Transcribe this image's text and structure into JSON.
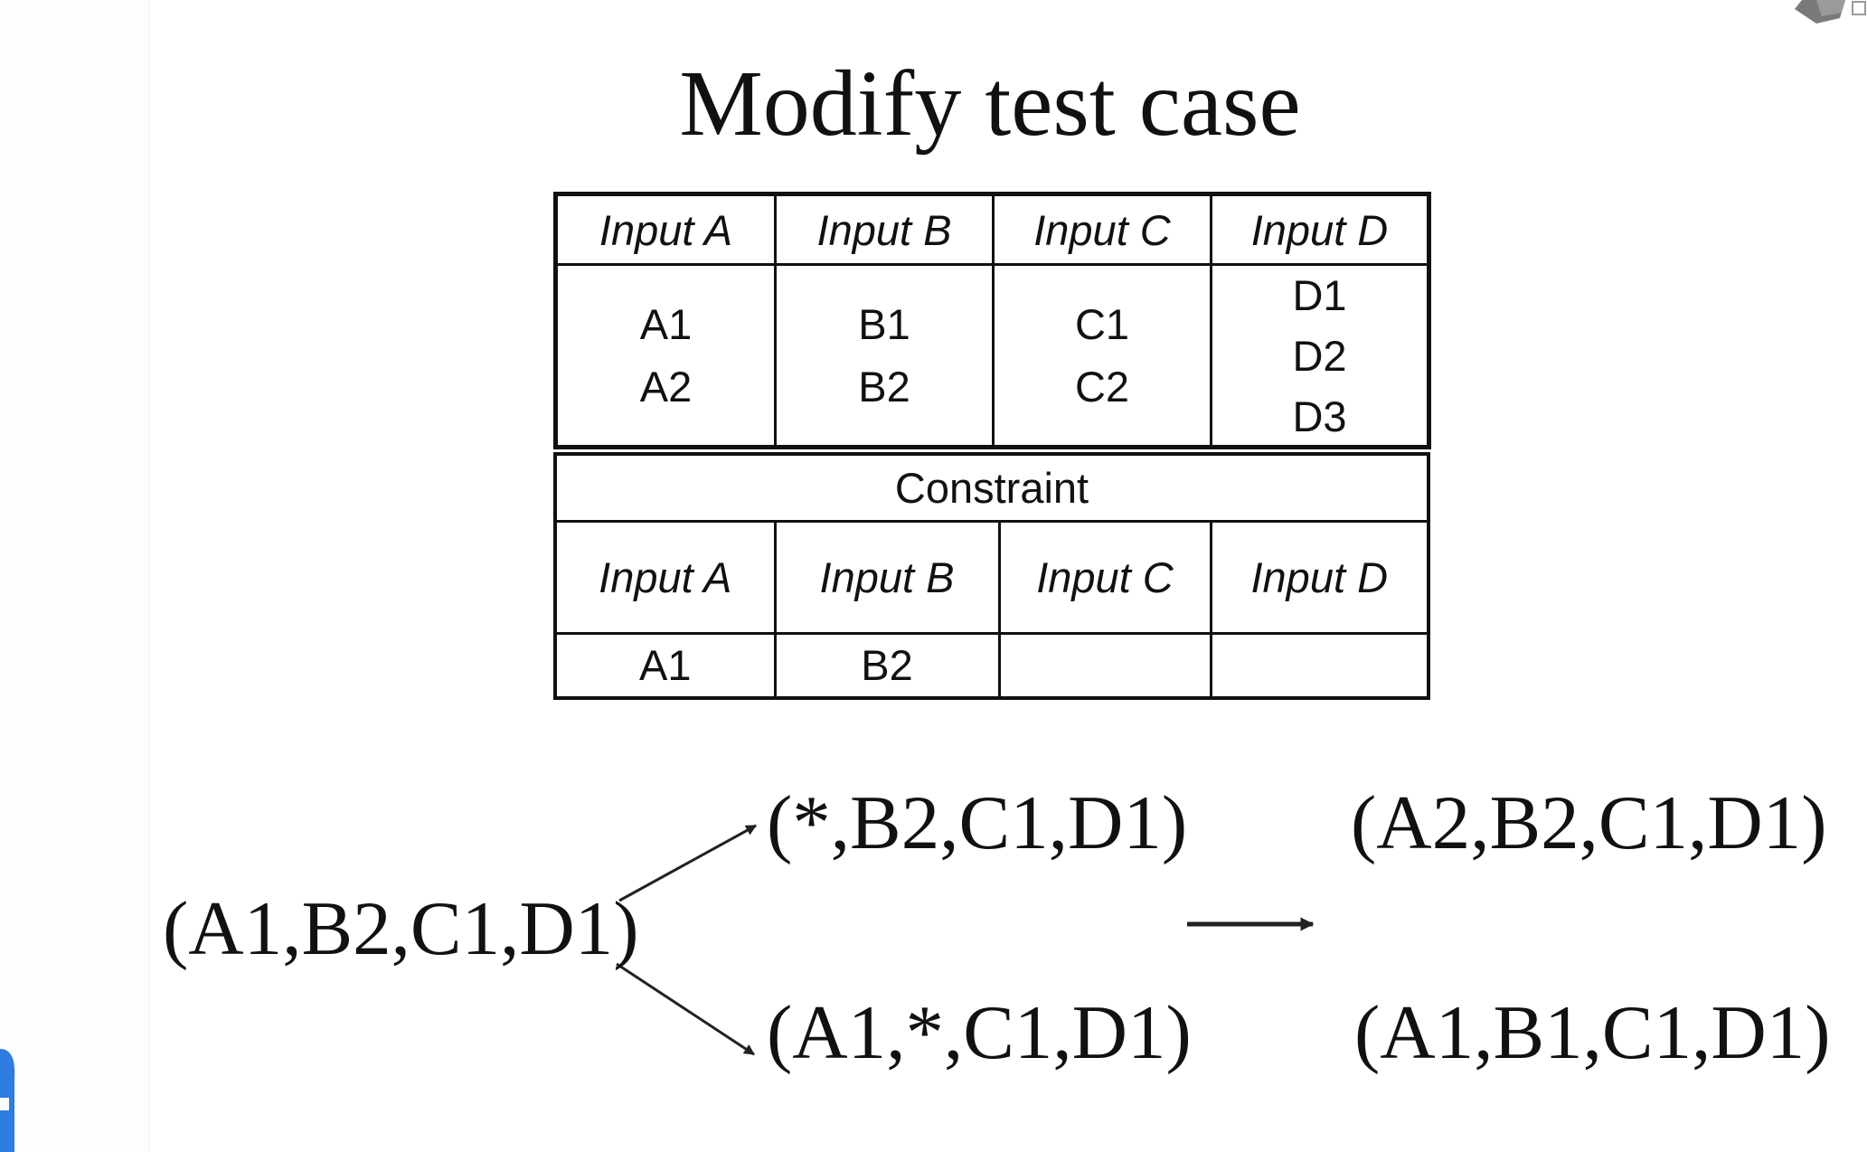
{
  "title": "Modify test case",
  "inputs_table": {
    "headers": [
      "Input A",
      "Input B",
      "Input C",
      "Input D"
    ],
    "values": [
      [
        "A1",
        "A2"
      ],
      [
        "B1",
        "B2"
      ],
      [
        "C1",
        "C2"
      ],
      [
        "D1",
        "D2",
        "D3"
      ]
    ]
  },
  "constraint_table": {
    "title": "Constraint",
    "headers": [
      "Input A",
      "Input B",
      "Input C",
      "Input D"
    ],
    "values": [
      "A1",
      "B2",
      "",
      ""
    ]
  },
  "expressions": {
    "source": "(A1,B2,C1,D1)",
    "candidate_top": "(*,B2,C1,D1)",
    "candidate_bottom": "(A1,*,C1,D1)",
    "result_top": "(A2,B2,C1,D1)",
    "result_bottom": "(A1,B1,C1,D1)"
  },
  "colors": {
    "text": "#111111",
    "arrow": "#222222"
  }
}
